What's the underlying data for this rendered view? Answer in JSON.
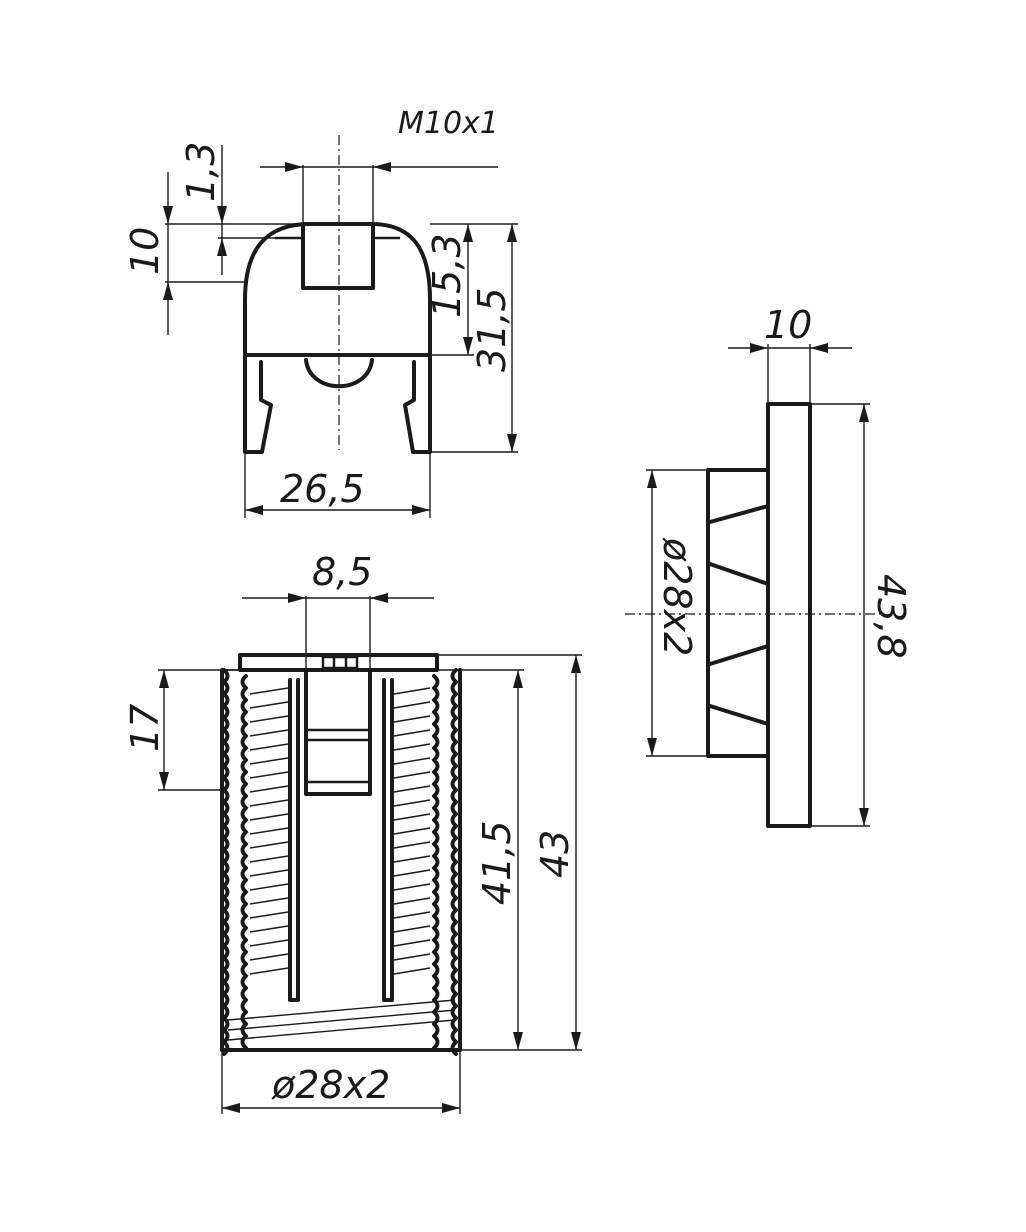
{
  "drawing": {
    "line_color": "#1a1a1a",
    "background": "#ffffff",
    "top_view": {
      "thread_label": "M10x1",
      "dim_lip_1": "1,3",
      "dim_top_10": "10",
      "dim_cap_15": "15,3",
      "dim_total_31": "31,5",
      "dim_width_26": "26,5"
    },
    "front_view": {
      "dim_slot_8": "8,5",
      "dim_thread_17": "17",
      "dim_inner_41": "41,5",
      "dim_total_43": "43",
      "dim_diameter": "ø28x2"
    },
    "side_view": {
      "dim_width_10": "10",
      "dim_diameter": "ø28x2",
      "dim_height_43": "43,8"
    }
  }
}
